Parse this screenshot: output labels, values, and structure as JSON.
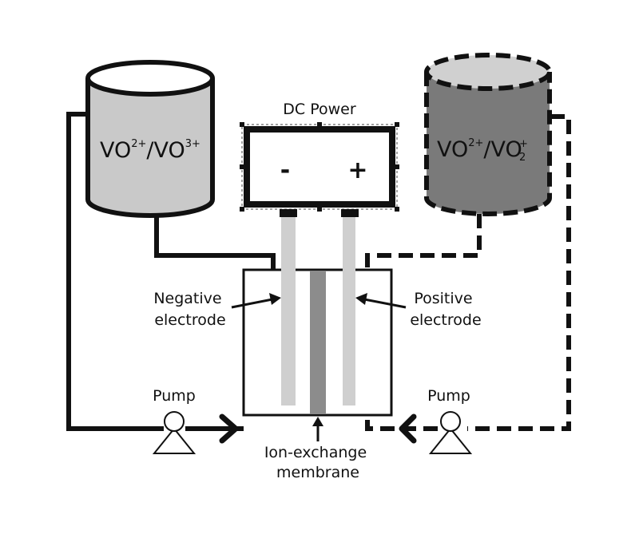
{
  "power": {
    "title": "DC Power",
    "negative": "-",
    "positive": "+"
  },
  "tanks": {
    "left": {
      "species1": "VO",
      "charge1": "2+",
      "slash": "/",
      "species2": "VO",
      "charge2": "3+",
      "color": "#c9c9c9"
    },
    "right": {
      "species1": "VO",
      "charge1": "2+",
      "slash": "/",
      "species2": "VO",
      "sub2": "2",
      "charge2": "+",
      "color": "#7a7a7a"
    }
  },
  "labels": {
    "negative_electrode": [
      "Negative",
      "electrode"
    ],
    "positive_electrode": [
      "Positive",
      "electrode"
    ],
    "membrane": [
      "Ion-exchange",
      "membrane"
    ],
    "pump_left": "Pump",
    "pump_right": "Pump"
  },
  "colors": {
    "line": "#111111",
    "electrode": "#cfcfcf",
    "membrane": "#8c8c8c"
  }
}
